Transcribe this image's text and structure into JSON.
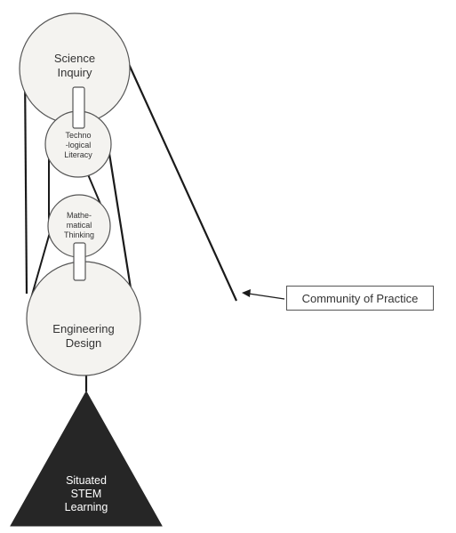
{
  "nodes": {
    "science_inquiry": {
      "line1": "Science",
      "line2": "Inquiry"
    },
    "technological_literacy": {
      "line1": "Techno",
      "line2": "-logical",
      "line3": "Literacy"
    },
    "mathematical_thinking": {
      "line1": "Mathe-",
      "line2": "matical",
      "line3": "Thinking"
    },
    "engineering_design": {
      "line1": "Engineering",
      "line2": "Design"
    }
  },
  "base": {
    "line1": "Situated",
    "line2": "STEM",
    "line3": "Learning"
  },
  "callout": {
    "label": "Community of Practice"
  },
  "colors": {
    "line": "#1a1a1a",
    "circle_fill": "#f4f3f0",
    "circle_stroke": "#555555",
    "triangle_fill": "#262626",
    "text": "#333333"
  }
}
